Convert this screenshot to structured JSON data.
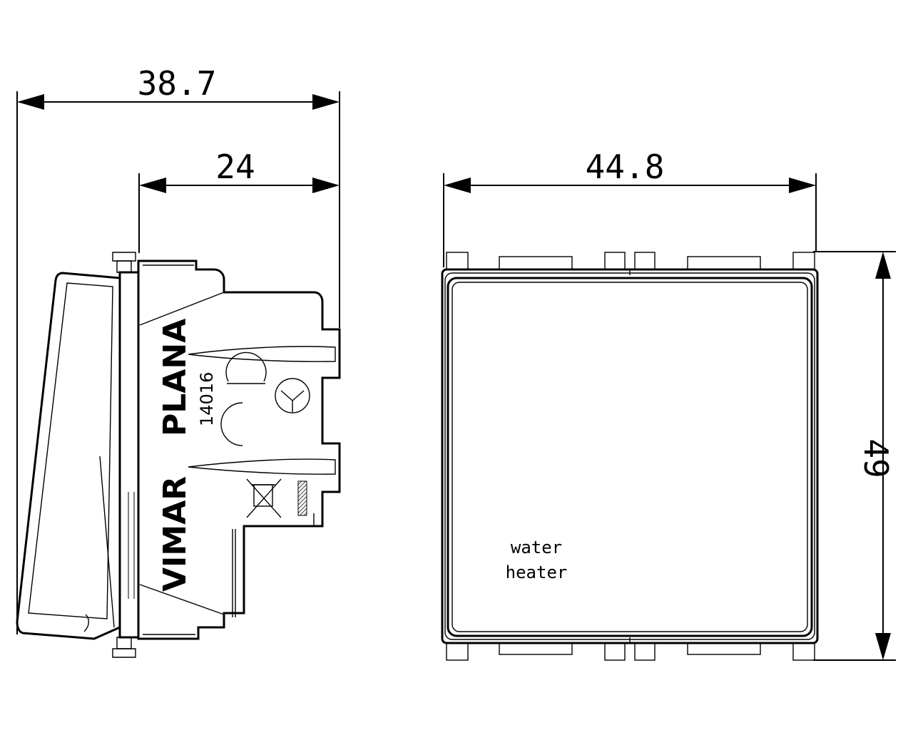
{
  "dimensions": {
    "overall_depth": "38.7",
    "mechanism_depth": "24",
    "width": "44.8",
    "height": "49"
  },
  "side_view": {
    "brand_top": "PLANA",
    "code": "14016",
    "brand_bottom": "VIMAR"
  },
  "front_view": {
    "label_line1": "water",
    "label_line2": "heater"
  }
}
